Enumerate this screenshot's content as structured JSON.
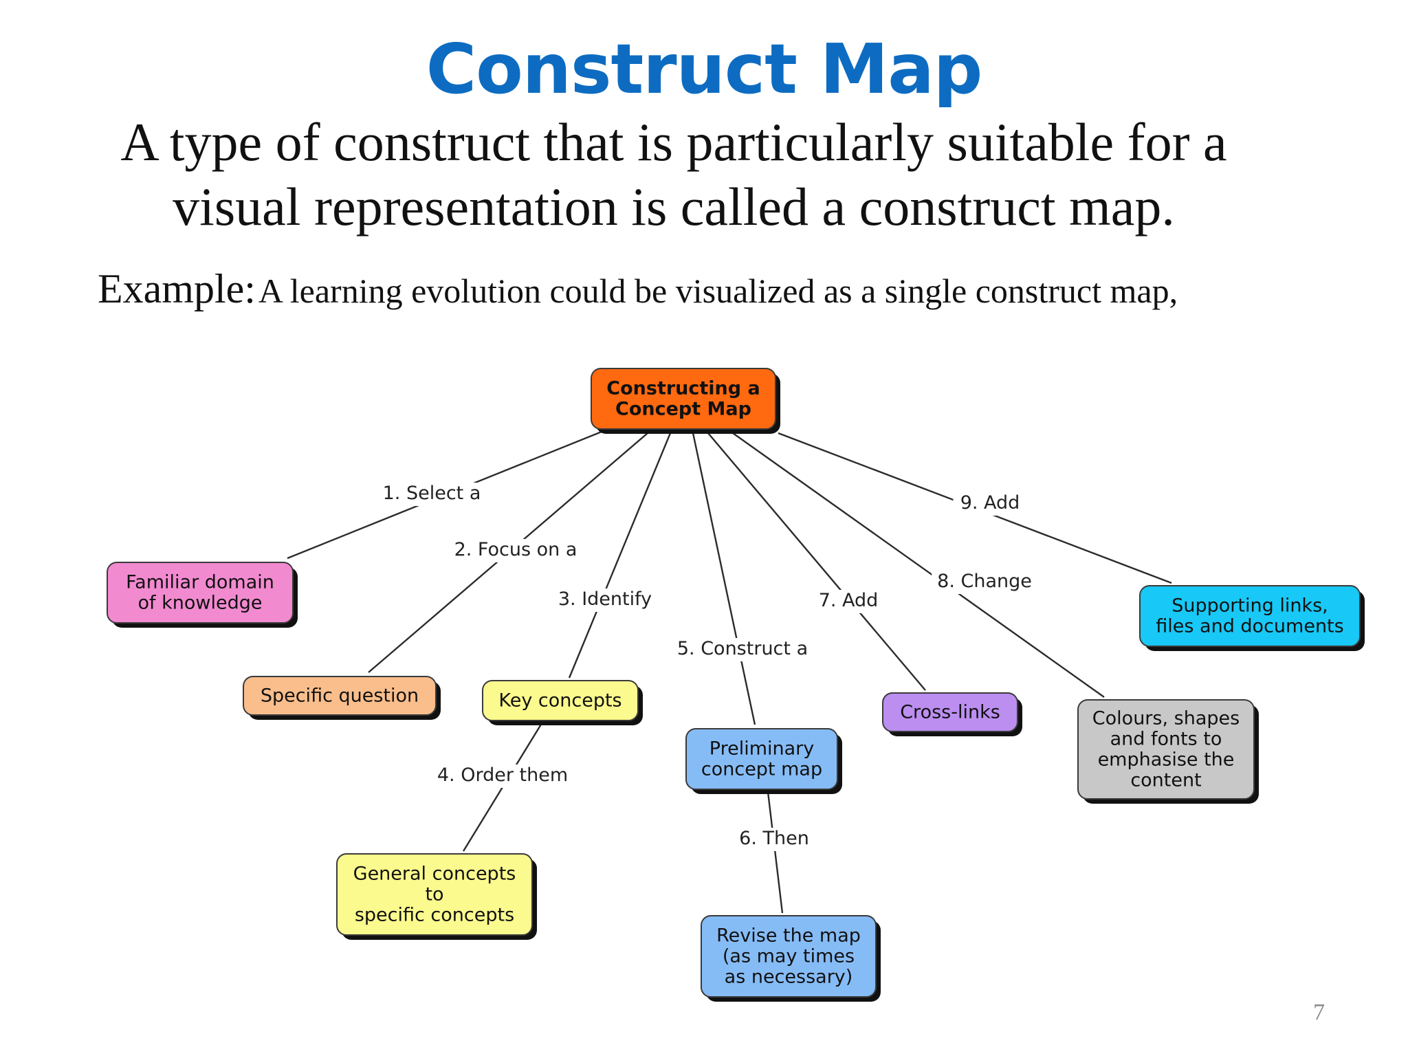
{
  "slide": {
    "title": "Construct Map",
    "subtitle": "A type of construct that is particularly suitable for a visual representation is called a construct map.",
    "example_label": "Example:",
    "example_text": "A learning evolution could be visualized as a single construct map,",
    "page_number": "7"
  },
  "diagram": {
    "nodes": [
      {
        "id": "root",
        "lines": [
          "Constructing a",
          "Concept Map"
        ],
        "fill": "#ff6a10",
        "text_color": "#111111",
        "bold": true
      },
      {
        "id": "familiar",
        "lines": [
          "Familiar domain",
          "of knowledge"
        ],
        "fill": "#f28ad0",
        "text_color": "#111111"
      },
      {
        "id": "specific",
        "lines": [
          "Specific question"
        ],
        "fill": "#f9be8c",
        "text_color": "#111111"
      },
      {
        "id": "key",
        "lines": [
          "Key concepts"
        ],
        "fill": "#fafa8e",
        "text_color": "#111111"
      },
      {
        "id": "general",
        "lines": [
          "General concepts",
          "to",
          "specific concepts"
        ],
        "fill": "#fafa8e",
        "text_color": "#111111"
      },
      {
        "id": "prelim",
        "lines": [
          "Preliminary",
          "concept map"
        ],
        "fill": "#86bcf6",
        "text_color": "#111111"
      },
      {
        "id": "revise",
        "lines": [
          "Revise the map",
          "(as may times",
          "as necessary)"
        ],
        "fill": "#86bcf6",
        "text_color": "#111111"
      },
      {
        "id": "cross",
        "lines": [
          "Cross-links"
        ],
        "fill": "#bb8ef0",
        "text_color": "#111111"
      },
      {
        "id": "colours",
        "lines": [
          "Colours, shapes",
          "and fonts to",
          "emphasise the",
          "content"
        ],
        "fill": "#c8c8c8",
        "text_color": "#111111"
      },
      {
        "id": "supporting",
        "lines": [
          "Supporting links,",
          "files and documents"
        ],
        "fill": "#18c8f6",
        "text_color": "#111111"
      }
    ],
    "link_labels": [
      {
        "id": "l1",
        "text": "1. Select a"
      },
      {
        "id": "l2",
        "text": "2. Focus on a"
      },
      {
        "id": "l3",
        "text": "3. Identify"
      },
      {
        "id": "l4",
        "text": "4. Order them"
      },
      {
        "id": "l5",
        "text": "5. Construct a"
      },
      {
        "id": "l6",
        "text": "6. Then"
      },
      {
        "id": "l7",
        "text": "7. Add"
      },
      {
        "id": "l8",
        "text": "8. Change"
      },
      {
        "id": "l9",
        "text": "9. Add"
      }
    ]
  }
}
